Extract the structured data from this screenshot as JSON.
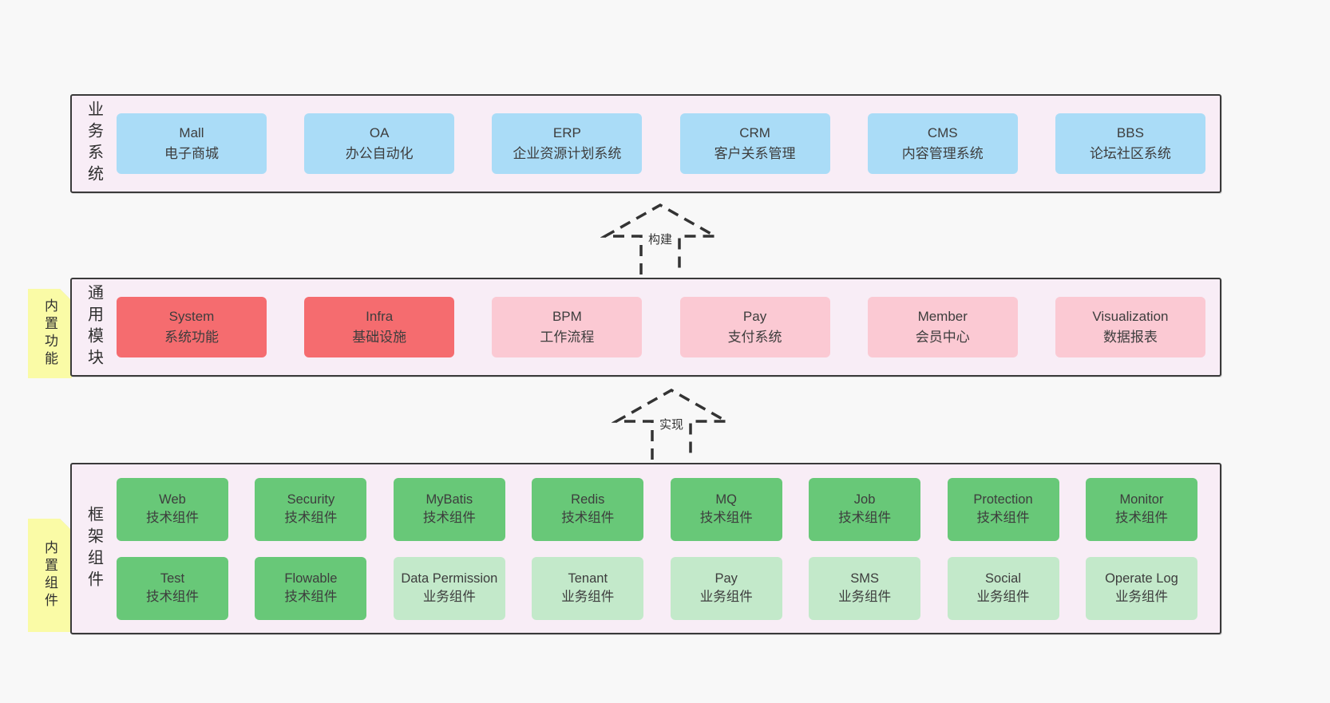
{
  "palette": {
    "page_bg": "#f8f8f8",
    "band_bg": "#f8edf6",
    "band_border": "#3a3a3a",
    "blue": "#aadcf7",
    "red": "#f56c6f",
    "pink": "#fbc9d3",
    "green_dark": "#68c878",
    "green_light": "#c3e9ca",
    "sticky_yellow": "#fafba6",
    "sticky_fold": "#c9c9c9"
  },
  "arrows": {
    "build": "构建",
    "implement": "实现"
  },
  "band1": {
    "label": "业务系统",
    "items": [
      {
        "name": "Mall",
        "desc": "电子商城"
      },
      {
        "name": "OA",
        "desc": "办公自动化"
      },
      {
        "name": "ERP",
        "desc": "企业资源计划系统"
      },
      {
        "name": "CRM",
        "desc": "客户关系管理"
      },
      {
        "name": "CMS",
        "desc": "内容管理系统"
      },
      {
        "name": "BBS",
        "desc": "论坛社区系统"
      }
    ]
  },
  "band2": {
    "label": "通用模块",
    "sticky": "内置功能",
    "items": [
      {
        "name": "System",
        "desc": "系统功能",
        "variant": "red"
      },
      {
        "name": "Infra",
        "desc": "基础设施",
        "variant": "red"
      },
      {
        "name": "BPM",
        "desc": "工作流程",
        "variant": "pink"
      },
      {
        "name": "Pay",
        "desc": "支付系统",
        "variant": "pink"
      },
      {
        "name": "Member",
        "desc": "会员中心",
        "variant": "pink"
      },
      {
        "name": "Visualization",
        "desc": "数据报表",
        "variant": "pink"
      }
    ]
  },
  "band3": {
    "label": "框架组件",
    "sticky": "内置组件",
    "row1": [
      {
        "name": "Web",
        "desc": "技术组件"
      },
      {
        "name": "Security",
        "desc": "技术组件"
      },
      {
        "name": "MyBatis",
        "desc": "技术组件"
      },
      {
        "name": "Redis",
        "desc": "技术组件"
      },
      {
        "name": "MQ",
        "desc": "技术组件"
      },
      {
        "name": "Job",
        "desc": "技术组件"
      },
      {
        "name": "Protection",
        "desc": "技术组件"
      },
      {
        "name": "Monitor",
        "desc": "技术组件"
      }
    ],
    "row2": [
      {
        "name": "Test",
        "desc": "技术组件",
        "variant": "green"
      },
      {
        "name": "Flowable",
        "desc": "技术组件",
        "variant": "green"
      },
      {
        "name": "Data Permission",
        "desc": "业务组件",
        "variant": "lightgreen"
      },
      {
        "name": "Tenant",
        "desc": "业务组件",
        "variant": "lightgreen"
      },
      {
        "name": "Pay",
        "desc": "业务组件",
        "variant": "lightgreen"
      },
      {
        "name": "SMS",
        "desc": "业务组件",
        "variant": "lightgreen"
      },
      {
        "name": "Social",
        "desc": "业务组件",
        "variant": "lightgreen"
      },
      {
        "name": "Operate Log",
        "desc": "业务组件",
        "variant": "lightgreen"
      }
    ]
  }
}
